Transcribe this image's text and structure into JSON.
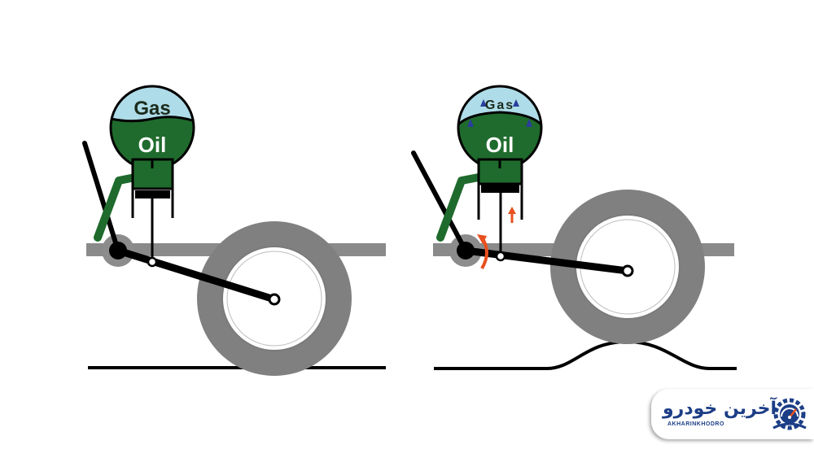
{
  "left_panel": {
    "gas_label": "Gas",
    "oil_label": "Oil"
  },
  "right_panel": {
    "gas_label": "Gas",
    "oil_label": "Oil"
  },
  "logo": {
    "brand_text": "آخرین خودرو",
    "brand_latin": "AKHARINKHODRO",
    "icon": "gear-gauge-icon"
  },
  "colors": {
    "oil_green": "#1f6b2d",
    "gas_blue": "#aedce8",
    "frame_gray": "#8c8c8c",
    "tire_gray": "#808080",
    "arm_black": "#000000",
    "motion_arrow": "#e8501e",
    "brand_blue": "#1c3e86"
  }
}
